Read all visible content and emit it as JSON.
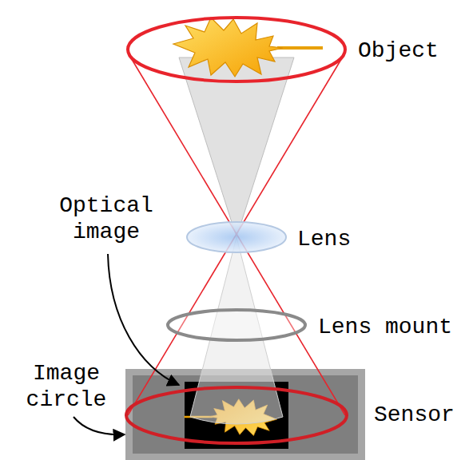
{
  "diagram": {
    "labels": [
      "Object",
      "Optical image",
      "Lens",
      "Lens mount",
      "Image circle",
      "Sensor"
    ]
  }
}
